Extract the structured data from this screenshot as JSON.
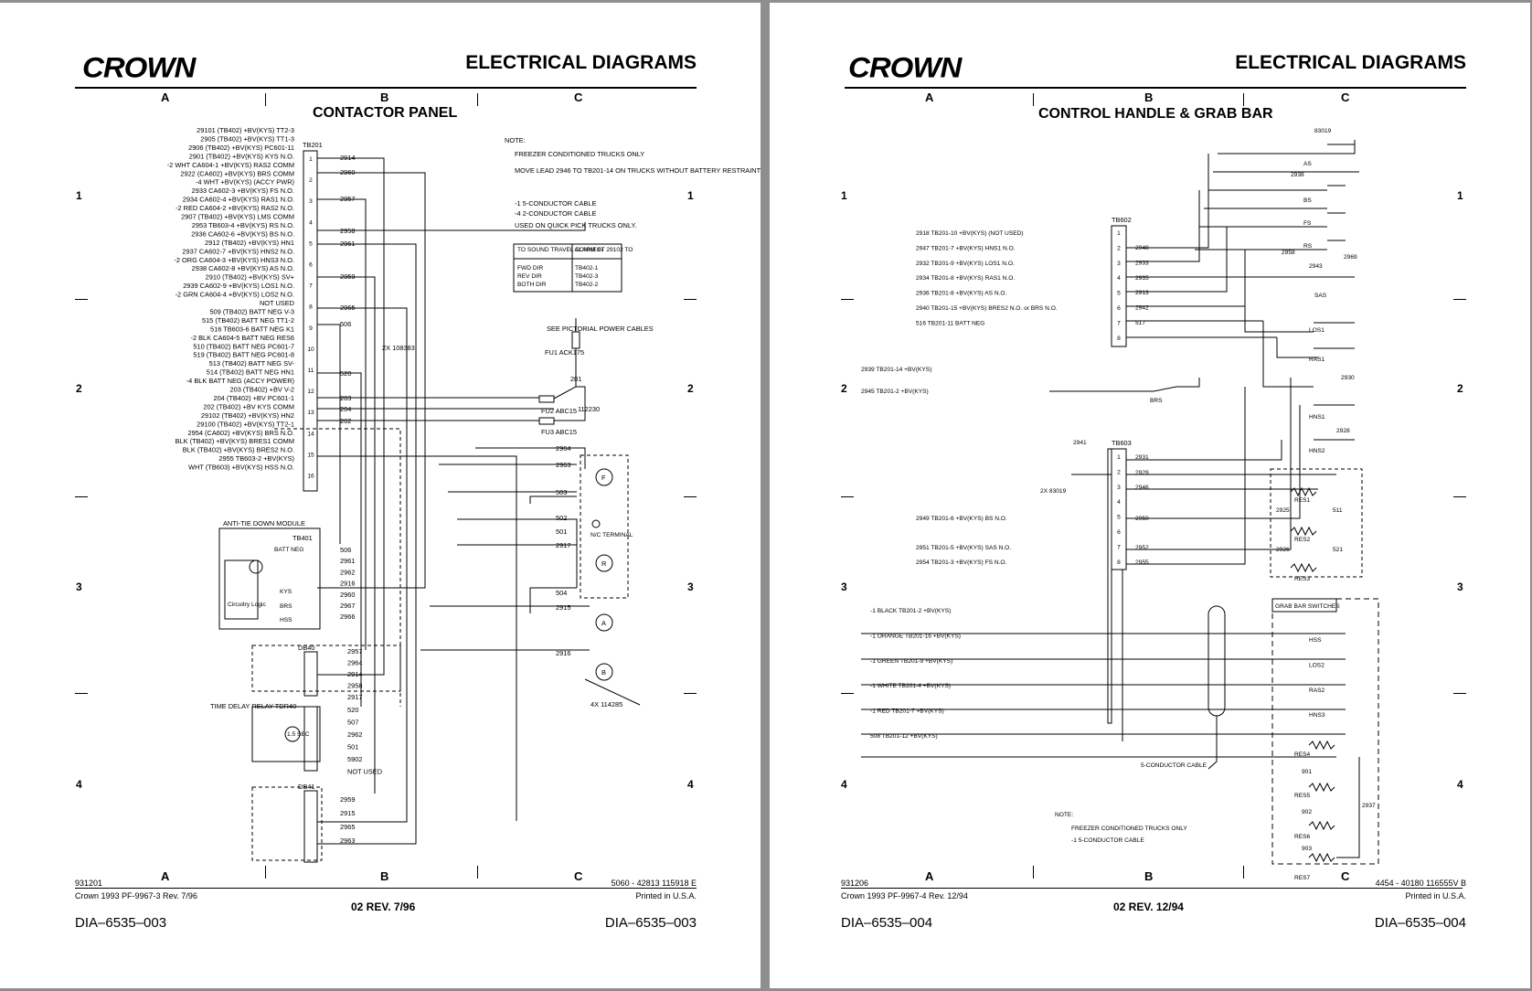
{
  "pages": [
    {
      "logo": "CROWN",
      "header": "ELECTRICAL DIAGRAMS",
      "columns": [
        "A",
        "B",
        "C"
      ],
      "rows": [
        "1",
        "2",
        "3",
        "4"
      ],
      "title": "CONTACTOR PANEL",
      "left_labels": [
        "29101 (TB402) +BV(KYS) TT2-3",
        "2905 (TB402) +BV(KYS) TT1-3",
        "2906 (TB402) +BV(KYS) PC601-11",
        "2901 (TB402) +BV(KYS) KYS N.O.",
        "-2 WHT CA604-1 +BV(KYS) RAS2 COMM",
        "2922 (CA602) +BV(KYS) BRS COMM",
        "-4 WHT +BV(KYS) (ACCY PWR)",
        "2933 CA602-3 +BV(KYS) FS N.O.",
        "2934 CA602-4 +BV(KYS) RAS1 N.O.",
        "-2 RED CA604-2 +BV(KYS) RAS2 N.O.",
        "2907 (TB402) +BV(KYS) LMS COMM",
        "2953 TB603-4 +BV(KYS) RS N.O.",
        "2936 CA602-6 +BV(KYS) BS N.O.",
        "2912 (TB402) +BV(KYS) HN1",
        "2937 CA602-7 +BV(KYS) HNS2 N.O.",
        "-2 ORG CA604-3 +BV(KYS) HNS3 N.O.",
        "2938 CA602-8 +BV(KYS) AS N.O.",
        "2910 (TB402) +BV(KYS) SV+",
        "2939 CA602-9 +BV(KYS) LOS1 N.O.",
        "-2 GRN CA604-4 +BV(KYS) LOS2 N.O.",
        "NOT USED",
        "509 (TB402) BATT NEG V-3",
        "515 (TB402) BATT NEG TT1-2",
        "516 TB603-6 BATT NEG K1",
        "-2 BLK CA604-5 BATT NEG RES6",
        "510 (TB402) BATT NEG PC601-7",
        "519 (TB402) BATT NEG PC601-8",
        "513 (TB402) BATT NEG SV-",
        "514 (TB402) BATT NEG HN1",
        "-4 BLK BATT NEG (ACCY POWER)",
        "203 (TB402) +BV V-2",
        "204 (TB402) +BV PC601-1",
        "202 (TB402) +BV KYS COMM",
        "29102 (TB402) +BV(KYS) HN2",
        "29100 (TB402) +BV(KYS) TT2-1",
        "2954 (CA602) +BV(KYS) BRS N.O.",
        "BLK (TB402) +BV(KYS) BRES1 COMM",
        "BLK (TB402) +BV(KYS) BRES2 N.O.",
        "2955 TB603-2 +BV(KYS)",
        "WHT (TB603) +BV(KYS) HSS N.O."
      ],
      "tb201": "TB201",
      "tb201_terms": [
        "1",
        "2",
        "3",
        "4",
        "5",
        "6",
        "7",
        "8",
        "9",
        "10",
        "11",
        "12",
        "13",
        "14",
        "15",
        "16"
      ],
      "right_wires": [
        "2914",
        "2960",
        "2957",
        "2958",
        "2961",
        "2959",
        "2965",
        "506",
        "520",
        "203",
        "204",
        "202"
      ],
      "note_title": "NOTE:",
      "notes": [
        "FREEZER CONDITIONED TRUCKS ONLY",
        "MOVE LEAD 2946 TO TB201-14 ON TRUCKS WITHOUT BATTERY RESTRAINT SWITCHES.",
        "-1 5-CONDUCTOR CABLE",
        "-4 2-CONDUCTOR CABLE",
        "USED ON QUICK PICK TRUCKS ONLY."
      ],
      "table": {
        "h1": "TO SOUND TRAVEL ALARM IN",
        "h2": "CONNECT 29102 TO",
        "rows": [
          [
            "FWD DIR",
            "TB402-1"
          ],
          [
            "REV DIR",
            "TB402-3"
          ],
          [
            "BOTH DIR",
            "TB402-2"
          ]
        ]
      },
      "pictorial": "SEE PICTORIAL POWER CABLES",
      "fu1": "FU1 ACK175",
      "fu2": "FU2 ABC15",
      "fu3": "FU3 ABC15",
      "fuse_wire": "201",
      "fuse_part": "112230",
      "relay_part": "2X 108383",
      "atd_title": "ANTI-TIE DOWN MODULE",
      "tb401": "TB401",
      "atd_labels": [
        "BATT NEG",
        "KYS",
        "BRS",
        "HSS"
      ],
      "logic": "Circuitry Logic",
      "tb401_wires": [
        "506",
        "2961",
        "2962",
        "2916",
        "2960",
        "2967",
        "2966"
      ],
      "db40": "DB40",
      "db40_wires": [
        "2957",
        "2964",
        "2914",
        "2958",
        "2917"
      ],
      "tdr": "TIME DELAY RELAY TDR40",
      "tdr_sec": "1.5 SEC",
      "tdr_wires": [
        "520",
        "507",
        "2962",
        "501",
        "5902",
        "NOT USED"
      ],
      "db41": "DB41",
      "db41_wires": [
        "2959",
        "2915",
        "2965",
        "2963"
      ],
      "motor_wires": [
        "2964",
        "2963",
        "503",
        "502",
        "501",
        "2917",
        "504",
        "2915",
        "2916"
      ],
      "motors": [
        "F",
        "R",
        "A",
        "B"
      ],
      "nc_terminal": "N/C TERMINAL",
      "diode_part": "4X 114285",
      "foot_left": "931201",
      "foot_code": "5060 - 42813   115918 E",
      "foot_copy": "Crown 1993 PF-9967-3 Rev. 7/96",
      "foot_printed": "Printed in U.S.A.",
      "foot_rev": "02 REV. 7/96",
      "foot_dia": "DIA–6535–003"
    },
    {
      "logo": "CROWN",
      "header": "ELECTRICAL DIAGRAMS",
      "columns": [
        "A",
        "B",
        "C"
      ],
      "rows": [
        "1",
        "2",
        "3",
        "4"
      ],
      "title": "CONTROL HANDLE & GRAB BAR",
      "tb602": "TB602",
      "tb602_terms": [
        "1",
        "2",
        "3",
        "4",
        "5",
        "6",
        "7",
        "8"
      ],
      "tb602_left": [
        "2918 TB201-10 +BV(KYS) (NOT USED)",
        "2947 TB201-7 +BV(KYS) HNS1 N.O.",
        "2932 TB201-9 +BV(KYS) LOS1 N.O.",
        "2934 TB201-8 +BV(KYS) RAS1 N.O.",
        "2936 TB201-8 +BV(KYS) AS N.O.",
        "2940 TB201-15 +BV(KYS) BRES2 N.O. or BRS N.O.",
        "516 TB201-11 BATT NEG"
      ],
      "tb602_right": [
        "2948",
        "2933",
        "2935",
        "2913",
        "2942",
        "517"
      ],
      "extra_left": [
        "2939 TB201-14 +BV(KYS)",
        "2945 TB201-2 +BV(KYS)"
      ],
      "brs": "BRS",
      "tb603": "TB603",
      "tb603_terms": [
        "1",
        "2",
        "3",
        "4",
        "5",
        "6",
        "7",
        "8"
      ],
      "tb603_left": [
        "2949 TB201-6 +BV(KYS) BS N.O.",
        "2951 TB201-5 +BV(KYS) SAS N.O.",
        "2954 TB201-3 +BV(KYS) FS N.O."
      ],
      "tb603_right": [
        "2931",
        "2929",
        "2946",
        "2950",
        "2952",
        "2955"
      ],
      "wire_2941": "2941",
      "relay_part": "2X 83019",
      "switches": [
        "AS",
        "BS",
        "FS",
        "RS",
        "SAS",
        "LOS1",
        "RAS1",
        "HNS1",
        "HNS2"
      ],
      "switch_part": "83019",
      "sw_wires": [
        "2938",
        "2958",
        "2943",
        "2969",
        "2930",
        "2928"
      ],
      "resistors": [
        "RES1",
        "RES2",
        "RES3"
      ],
      "res_wires": [
        "2925",
        "511",
        "2926",
        "521"
      ],
      "cable_leads": [
        "-1 BLACK TB201-2 +BV(KYS)",
        "-1 ORANGE TB201-16 +BV(KYS)",
        "-1 GREEN TB201-9 +BV(KYS)",
        "-1 WHITE TB201-4 +BV(KYS)",
        "-1 RED TB201-7 +BV(KYS)",
        "508 TB201-12 +BV(KYS)"
      ],
      "cable": "5-CONDUCTOR CABLE",
      "grab_title": "GRAB BAR SWITCHES",
      "grab_switches": [
        "HSS",
        "LOS2",
        "RAS2",
        "HNS3"
      ],
      "grab_res": [
        "RES4",
        "RES5",
        "RES6",
        "RES7"
      ],
      "grab_wires": [
        "901",
        "902",
        "903",
        "2937"
      ],
      "note_title": "NOTE:",
      "notes": [
        "FREEZER CONDITIONED TRUCKS ONLY",
        "-1 5-CONDUCTOR CABLE"
      ],
      "foot_left": "931206",
      "foot_code": "4454 - 40180   116555V B",
      "foot_copy": "Crown 1993 PF-9967-4 Rev. 12/94",
      "foot_printed": "Printed in U.S.A.",
      "foot_rev": "02 REV. 12/94",
      "foot_dia": "DIA–6535–004"
    }
  ]
}
